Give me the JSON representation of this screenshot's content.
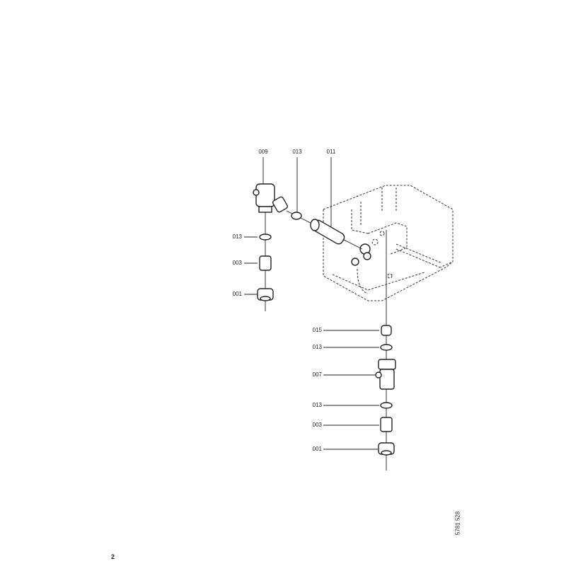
{
  "diagram": {
    "top_labels": [
      "009",
      "013",
      "011"
    ],
    "left_labels": [
      "013",
      "003",
      "001"
    ],
    "right_labels": [
      "015",
      "013",
      "007",
      "013",
      "003",
      "001"
    ]
  },
  "document_number": "5781 528",
  "page_number": "2"
}
